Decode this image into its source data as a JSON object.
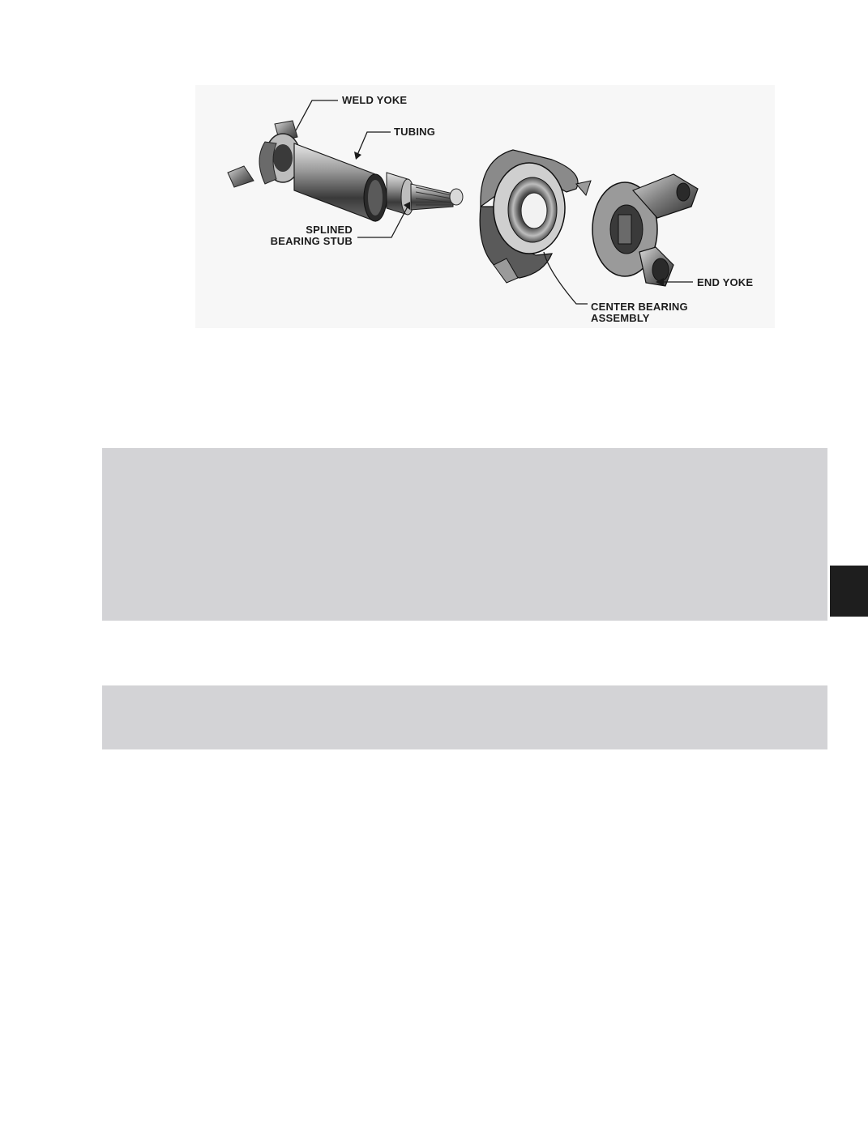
{
  "figure": {
    "labels": {
      "weld_yoke": "WELD YOKE",
      "tubing": "TUBING",
      "splined_line1": "SPLINED",
      "splined_line2": "BEARING STUB",
      "end_yoke": "END YOKE",
      "center_line1": "CENTER BEARING",
      "center_line2": "ASSEMBLY"
    }
  },
  "colors": {
    "panel": "#d3d3d6",
    "tab": "#1e1e1e",
    "ink": "#1d1d1d"
  }
}
